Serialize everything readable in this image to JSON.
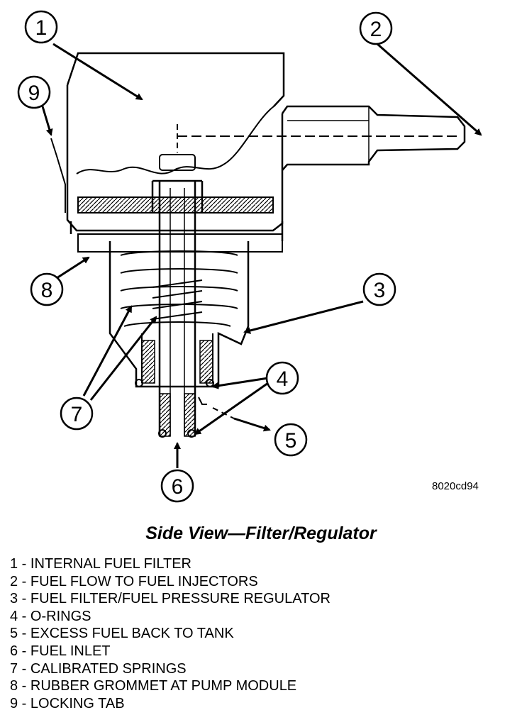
{
  "callouts": [
    {
      "number": "1",
      "label": "INTERNAL FUEL FILTER"
    },
    {
      "number": "2",
      "label": "FUEL FLOW TO FUEL INJECTORS"
    },
    {
      "number": "3",
      "label": "FUEL FILTER/FUEL PRESSURE REGULATOR"
    },
    {
      "number": "4",
      "label": "O-RINGS"
    },
    {
      "number": "5",
      "label": "EXCESS FUEL BACK TO TANK"
    },
    {
      "number": "6",
      "label": "FUEL INLET"
    },
    {
      "number": "7",
      "label": "CALIBRATED SPRINGS"
    },
    {
      "number": "8",
      "label": "RUBBER GROMMET AT PUMP MODULE"
    },
    {
      "number": "9",
      "label": "LOCKING TAB"
    }
  ],
  "figure_code": "8020cd94",
  "caption": "Side View—Filter/Regulator",
  "legend_separator": " - "
}
